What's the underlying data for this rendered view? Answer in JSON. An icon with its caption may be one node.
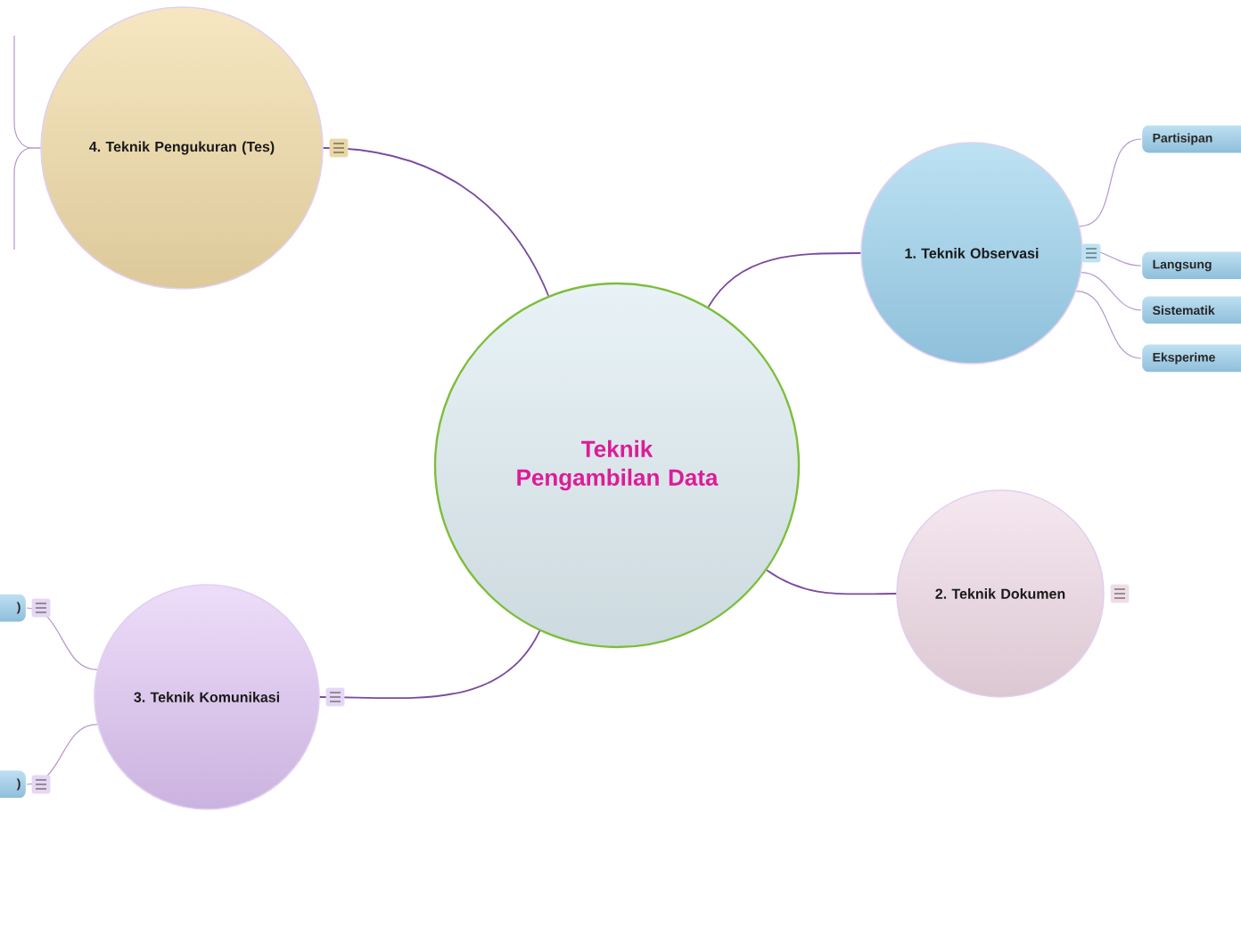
{
  "diagram": {
    "nodes": [
      {
        "text": [
          "Teknik Pengambilan Data"
        ]
      },
      {
        "text": [
          "1. Teknik Observasi"
        ]
      },
      {
        "text": [
          "2. Teknik Dokumen"
        ]
      },
      {
        "text": [
          "3. Teknik Komunikasi"
        ]
      },
      {
        "text": [
          "4. Teknik Pengukuran (Tes)"
        ]
      },
      {
        "text": [
          "Partisipan"
        ]
      },
      {
        "text": [
          "Langsung"
        ]
      },
      {
        "text": [
          "Sistematik"
        ]
      },
      {
        "text": [
          "Eksperime"
        ]
      },
      {
        "text": [
          ")"
        ]
      },
      {
        "text": [
          ")"
        ]
      }
    ],
    "edges": [
      {
        "from": 0,
        "to": 1,
        "arrow": "none",
        "color": "#7b4a9e"
      },
      {
        "from": 0,
        "to": 2,
        "arrow": "none",
        "color": "#7b4a9e"
      },
      {
        "from": 0,
        "to": 3,
        "arrow": "none",
        "color": "#7b4a9e"
      },
      {
        "from": 0,
        "to": 4,
        "arrow": "none",
        "color": "#7b4a9e"
      },
      {
        "from": 1,
        "to": 5,
        "arrow": "none"
      },
      {
        "from": 1,
        "to": 6,
        "arrow": "none"
      },
      {
        "from": 1,
        "to": 7,
        "arrow": "none"
      },
      {
        "from": 1,
        "to": 8,
        "arrow": "none"
      },
      {
        "from": 3,
        "to": 9,
        "arrow": "none"
      },
      {
        "from": 3,
        "to": 10,
        "arrow": "none"
      },
      {
        "from": 4,
        "to": null,
        "arrow": "none"
      },
      {
        "from": 4,
        "to": null,
        "arrow": "none"
      }
    ]
  }
}
